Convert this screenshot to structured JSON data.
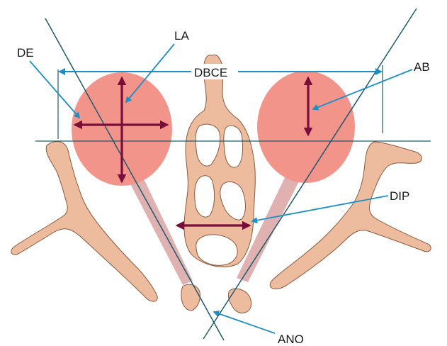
{
  "labels": {
    "la": "LA",
    "de": "DE",
    "dbce": "DBCE",
    "ab": "AB",
    "dip": "DIP",
    "ano": "ANO"
  },
  "colors": {
    "bone": "#EDBB9E",
    "bone_outline": "#8A5A3C",
    "eye": "#F2948A",
    "shadow_band": "#D9A3A3",
    "measure_arrow": "#7A0E3A",
    "leader": "#1B8FC8",
    "axis_line": "#1E5A6B"
  }
}
